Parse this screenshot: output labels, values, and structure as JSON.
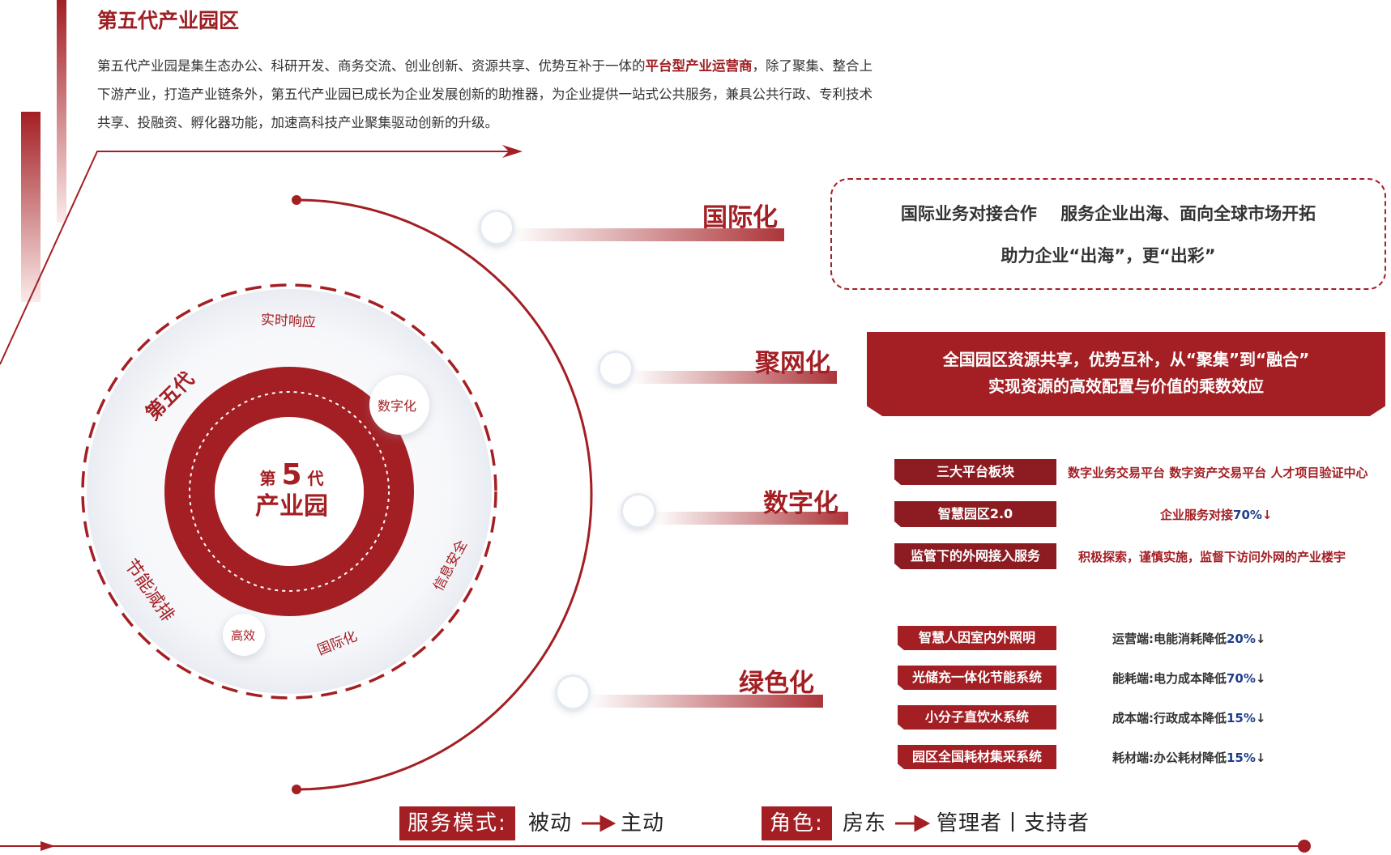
{
  "header": {
    "title": "第五代产业园区",
    "intro_line1_pre": "第五代产业园是集生态办公、科研开发、商务交流、创业创新、资源共享、优势互补于一体的",
    "intro_highlight": "平台型产业运营商",
    "intro_line1_post": "，除了聚集、整合上",
    "intro_line2": "下游产业，打造产业链条外，第五代产业园已成长为企业发展创新的助推器，为企业提供一站式公共服务，兼具公共行政、专利技术",
    "intro_line3": "共享、投融资、孵化器功能，加速高科技产业聚集驱动创新的升级。"
  },
  "circle": {
    "center_di": "第",
    "center_num": "5",
    "center_dai": "代",
    "center_line2": "产业园",
    "outer_top": "实时响应",
    "left_label": "第五代",
    "left_bottom": "节能减排",
    "right_bottom": "信息安全",
    "bottom_label": "国际化",
    "bubble_digital": "数字化",
    "bubble_efficient": "高效"
  },
  "pillars": {
    "international": "国际化",
    "network": "聚网化",
    "digital": "数字化",
    "green": "绿色化"
  },
  "international_box": {
    "line1_a": "国际业务对接合作",
    "line1_b": "服务企业出海、面向全球市场开拓",
    "line2": "助力企业“出海”，更“出彩”"
  },
  "network_banner": {
    "line1": "全国园区资源共享，优势互补，从“聚集”到“融合”",
    "line2": "实现资源的高效配置与价值的乘数效应"
  },
  "digital_items": [
    {
      "tag": "三大平台板块",
      "desc": "数字业务交易平台 数字资产交易平台 人才项目验证中心",
      "pct": "",
      "arrow": ""
    },
    {
      "tag": "智慧园区2.0",
      "desc": "企业服务对接",
      "pct": "70%",
      "arrow": "↓"
    },
    {
      "tag": "监管下的外网接入服务",
      "desc": "积极探索，谨慎实施，监督下访问外网的产业楼宇",
      "pct": "",
      "arrow": ""
    }
  ],
  "green_items": [
    {
      "tag": "智慧人因室内外照明",
      "desc": "运营端:电能消耗降低",
      "pct": "20%",
      "arrow": "↓"
    },
    {
      "tag": "光储充一体化节能系统",
      "desc": "能耗端:电力成本降低",
      "pct": "70%",
      "arrow": "↓"
    },
    {
      "tag": "小分子直饮水系统",
      "desc": "成本端:行政成本降低",
      "pct": "15%",
      "arrow": "↓"
    },
    {
      "tag": "园区全国耗材集采系统",
      "desc": "耗材端:办公耗材降低",
      "pct": "15%",
      "arrow": "↓"
    }
  ],
  "bottom": {
    "mode_label": "服务模式:",
    "mode_from": "被动",
    "mode_to": "主动",
    "role_label": "角色:",
    "role_from": "房东",
    "role_to": "管理者丨支持者"
  },
  "colors": {
    "accent": "#a31f24",
    "dark_accent": "#8c1c22",
    "blue": "#1e3e8c"
  }
}
